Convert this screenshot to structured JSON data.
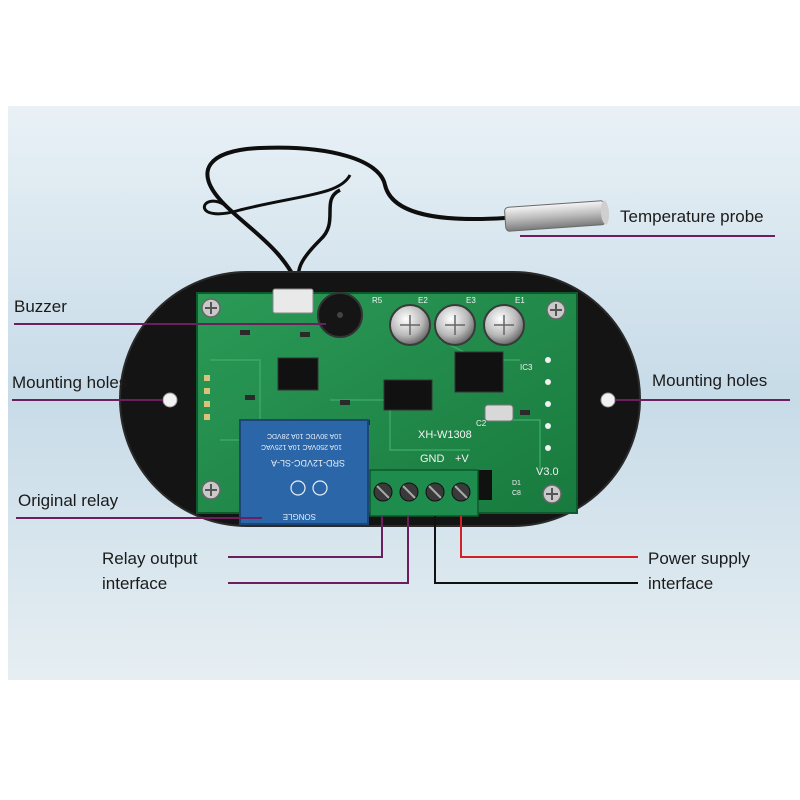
{
  "colors": {
    "background_top": "#e9f1f6",
    "background_mid": "#c7dbe8",
    "background_bottom": "#e6eef2",
    "pcb_green": "#1f8a4b",
    "case_black": "#111111",
    "relay_blue": "#2a66a8",
    "callout_purple": "#6b1f5e",
    "wire_red": "#d41f26",
    "wire_black": "#111111"
  },
  "labels": {
    "temperature_probe": "Temperature probe",
    "buzzer": "Buzzer",
    "mounting_holes_left": "Mounting holes",
    "mounting_holes_right": "Mounting holes",
    "original_relay": "Original relay",
    "relay_output_line1": "Relay output",
    "relay_output_line2": "interface",
    "power_supply_line1": "Power supply",
    "power_supply_line2": "interface"
  },
  "board_text": {
    "model": "XH-W1308",
    "version": "V3.0",
    "gnd_pin": "GND",
    "vcc_pin": "+V",
    "relay_model": "SRD-12VDC-SL-A",
    "relay_brand": "SONGLE",
    "relay_ratings": "10A 250VAC 10A 125VAC",
    "relay_ratings2": "10A 30VDC 10A 28VDC",
    "capacitor_labels": [
      "E2",
      "E3",
      "E1"
    ],
    "chip_label": "IC3",
    "crystal_label": "C2",
    "diode_label": "D1",
    "cap_c8": "C8",
    "r5_label": "R5"
  }
}
